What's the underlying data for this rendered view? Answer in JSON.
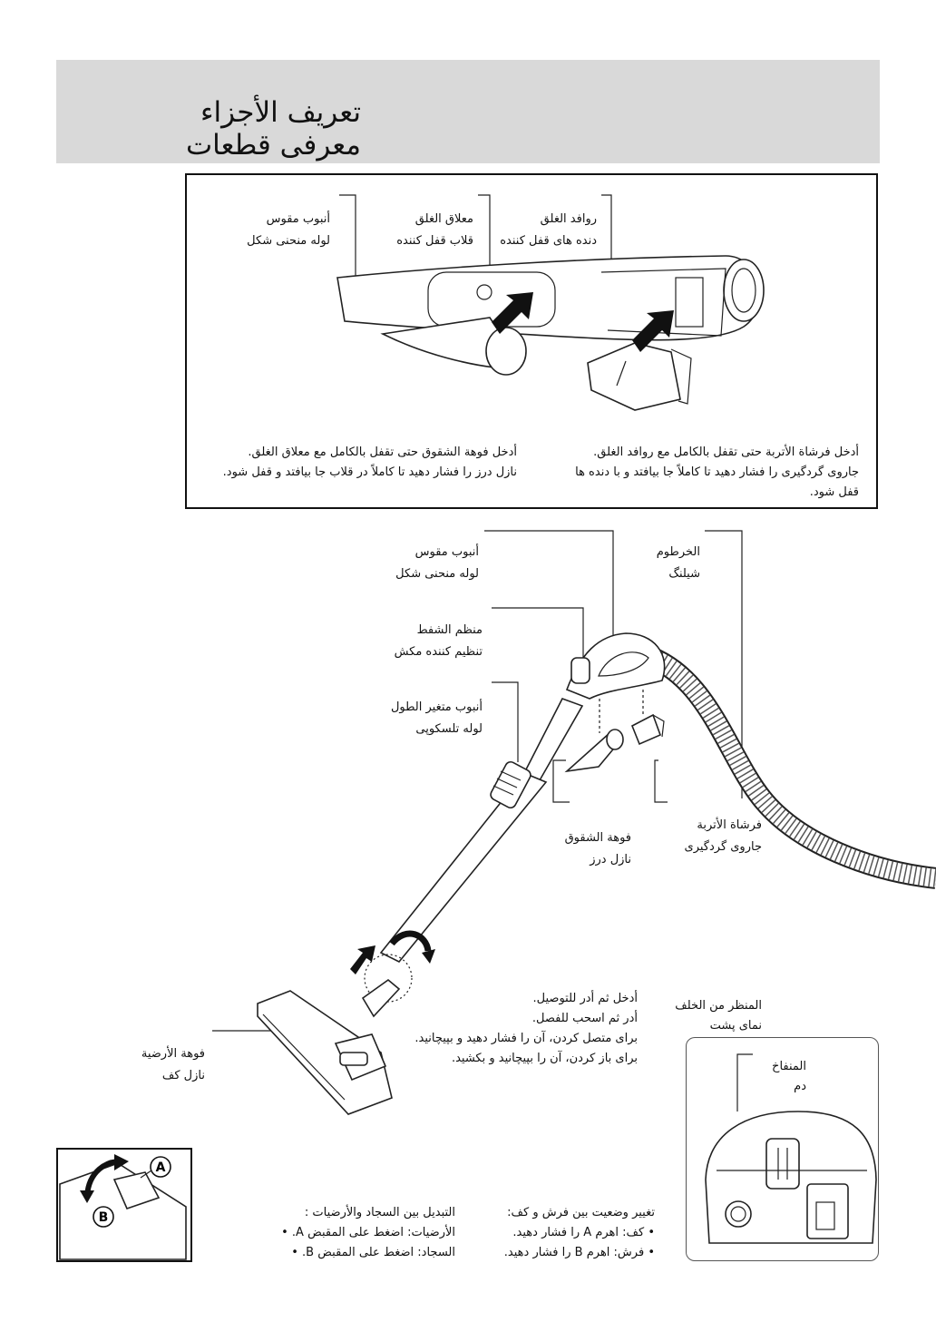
{
  "header": {
    "title_ar": "تعريف الأجزاء",
    "title_fa": "معرفی قطعات"
  },
  "top_panel": {
    "curved_tube": {
      "ar": "أنبوب مقوس",
      "fa": "لوله منحنی شکل"
    },
    "lock_hook": {
      "ar": "معلاق الغلق",
      "fa": "قلاب قفل کننده"
    },
    "lock_prongs": {
      "ar": "روافد الغلق",
      "fa": "دنده های قفل کننده"
    },
    "crevice_instruction": {
      "ar": "أدخل فوهة الشقوق حتى تقفل بالكامل مع معلاق الغلق.",
      "fa": "نازل درز را فشار دهید تا کاملاً در قلاب جا بیافتد و قفل شود."
    },
    "dusting_instruction": {
      "ar": "أدخل فرشاة الأتربة حتى تقفل بالكامل مع روافد الغلق.",
      "fa": "جاروی گردگیری را فشار دهید تا کاملاً جا بیافتد و با دنده ها قفل شود."
    }
  },
  "main_diagram": {
    "curved_tube": {
      "ar": "أنبوب مقوس",
      "fa": "لوله منحنی شکل"
    },
    "hose": {
      "ar": "الخرطوم",
      "fa": "شیلنگ"
    },
    "suction_regulator": {
      "ar": "منظم الشفط",
      "fa": "تنظیم کننده مکش"
    },
    "telescopic_tube": {
      "ar": "أنبوب متغير الطول",
      "fa": "لوله تلسکوپی"
    },
    "crevice_tool": {
      "ar": "فوهة الشقوق",
      "fa": "نازل درز"
    },
    "dusting_brush": {
      "ar": "فرشاة الأتربة",
      "fa": "جاروی گردگیری"
    },
    "floor_nozzle": {
      "ar": "فوهة الأرضية",
      "fa": "نازل کف"
    },
    "connect_instructions": [
      "أدخل ثم أدر للتوصيل.",
      "أدر ثم اسحب للفصل.",
      "برای متصل کردن، آن را فشار دهید و بپیچانید.",
      "برای باز کردن، آن را بپیچانید و بکشید."
    ],
    "rear_view": {
      "ar": "المنظر من الخلف",
      "fa": "نمای پشت"
    },
    "blower": {
      "ar": "المنفاخ",
      "fa": "دم"
    }
  },
  "bottom": {
    "label_a": "A",
    "label_b": "B",
    "ar_title": "التبديل بين السجاد والأرضيات :",
    "ar_items": [
      "الأرضيات: اضغط على المقبض A.",
      "السجاد: اضغط على المقبض B."
    ],
    "fa_title": "تغییر وضعیت بین فرش و کف:",
    "fa_items": [
      "کف: اهرم A را فشار دهید.",
      "فرش: اهرم B را فشار دهید."
    ]
  }
}
